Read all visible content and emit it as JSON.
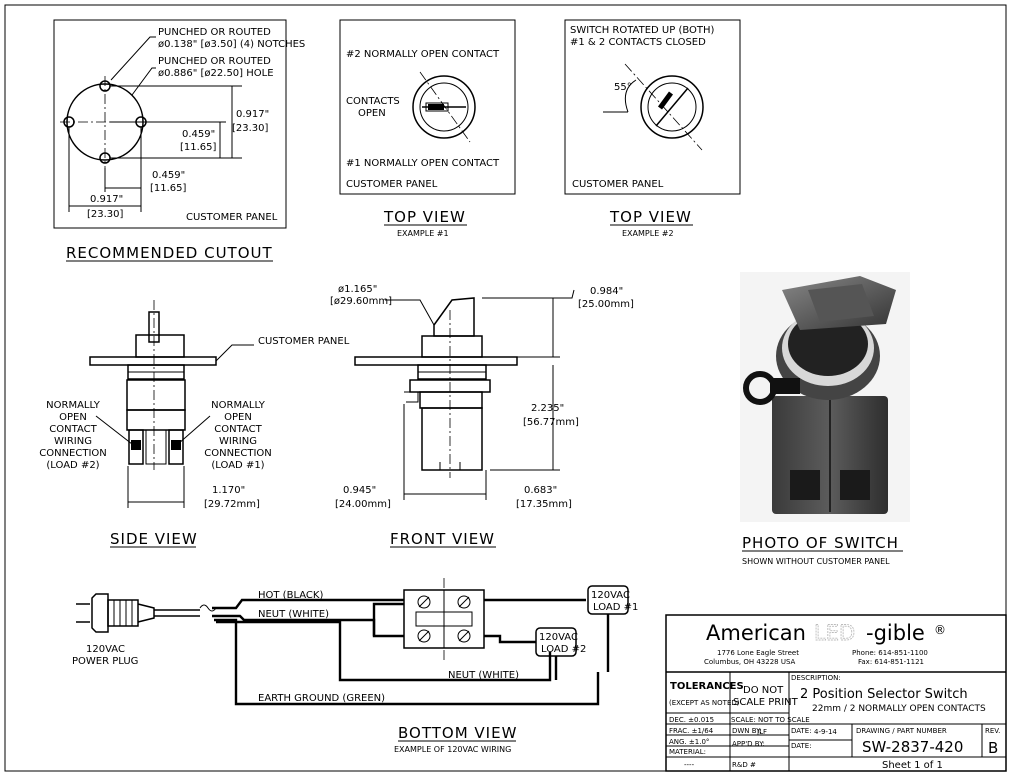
{
  "cutout": {
    "note1_line1": "PUNCHED OR ROUTED",
    "note1_line2": "ø0.138\" [ø3.50] (4) NOTCHES",
    "note2_line1": "PUNCHED OR ROUTED",
    "note2_line2": "ø0.886\" [ø22.50] HOLE",
    "dim_a_in": "0.917\"",
    "dim_a_mm": "[23.30]",
    "dim_b_in": "0.459\"",
    "dim_b_mm": "[11.65]",
    "dim_c_in": "0.459\"",
    "dim_c_mm": "[11.65]",
    "dim_d_in": "0.917\"",
    "dim_d_mm": "[23.30]",
    "panel": "CUSTOMER PANEL",
    "title": "RECOMMENDED CUTOUT"
  },
  "top1": {
    "c2": "#2 NORMALLY OPEN CONTACT",
    "open1": "CONTACTS",
    "open2": "OPEN",
    "c1": "#1 NORMALLY OPEN CONTACT",
    "panel": "CUSTOMER PANEL",
    "title": "TOP VIEW",
    "subtitle": "EXAMPLE #1"
  },
  "top2": {
    "note1": "SWITCH ROTATED UP (BOTH)",
    "note2": "#1 & 2 CONTACTS CLOSED",
    "angle": "55°",
    "panel": "CUSTOMER PANEL",
    "title": "TOP VIEW",
    "subtitle": "EXAMPLE #2"
  },
  "side": {
    "panel": "CUSTOMER PANEL",
    "left": [
      "NORMALLY",
      "OPEN",
      "CONTACT",
      "WIRING",
      "CONNECTION",
      "(LOAD #2)"
    ],
    "right": [
      "NORMALLY",
      "OPEN",
      "CONTACT",
      "WIRING",
      "CONNECTION",
      "(LOAD #1)"
    ],
    "width_in": "1.170\"",
    "width_mm": "[29.72mm]",
    "title": "SIDE VIEW"
  },
  "front": {
    "dia_in": "ø1.165\"",
    "dia_mm": "[ø29.60mm]",
    "top_in": "0.984\"",
    "top_mm": "[25.00mm]",
    "height_in": "2.235\"",
    "height_mm": "[56.77mm]",
    "left_in": "0.945\"",
    "left_mm": "[24.00mm]",
    "right_in": "0.683\"",
    "right_mm": "[17.35mm]",
    "title": "FRONT VIEW"
  },
  "photo": {
    "title": "PHOTO OF SWITCH",
    "subtitle": "SHOWN WITHOUT CUSTOMER PANEL"
  },
  "bottom": {
    "hot": "HOT (BLACK)",
    "neut1": "NEUT (WHITE)",
    "neut2": "NEUT (WHITE)",
    "ground": "EARTH GROUND (GREEN)",
    "plug1": "120VAC",
    "plug2": "POWER PLUG",
    "load1a": "120VAC",
    "load1b": "LOAD #1",
    "load2a": "120VAC",
    "load2b": "LOAD #2",
    "title": "BOTTOM VIEW",
    "subtitle": "EXAMPLE OF 120VAC WIRING"
  },
  "titleblock": {
    "brand_a": "American",
    "brand_b": "LED",
    "brand_c": "-gible",
    "reg": "®",
    "addr1": "1776 Lone Eagle Street",
    "addr2": "Columbus, OH 43228 USA",
    "phone": "Phone: 614-851-1100",
    "fax": "Fax: 614-851-1121",
    "tolerances": "TOLERANCES",
    "except": "(EXCEPT AS NOTED)",
    "donot1": "DO NOT",
    "donot2": "SCALE PRINT",
    "desc_label": "DESCRIPTION:",
    "desc1": "2 Position Selector Switch",
    "desc2": "22mm / 2 NORMALLY OPEN CONTACTS",
    "dec": "DEC. ±0.015",
    "scale": "SCALE: NOT TO SCALE",
    "frac": "FRAC. ±1/64",
    "drwn_label": "DWN BY:",
    "drwn": "JLF",
    "date_label": "DATE:",
    "date": "4-9-14",
    "pn_label": "DRAWING / PART NUMBER",
    "rev_label": "REV.",
    "ang": "ANG. ±1.0°",
    "appd_label": "APP'D BY:",
    "date2_label": "DATE:",
    "pn": "SW-2837-420",
    "rev": "B",
    "material": "MATERIAL:",
    "mat_val": "----",
    "rd": "R&D #",
    "sheet": "Sheet 1 of 1"
  }
}
